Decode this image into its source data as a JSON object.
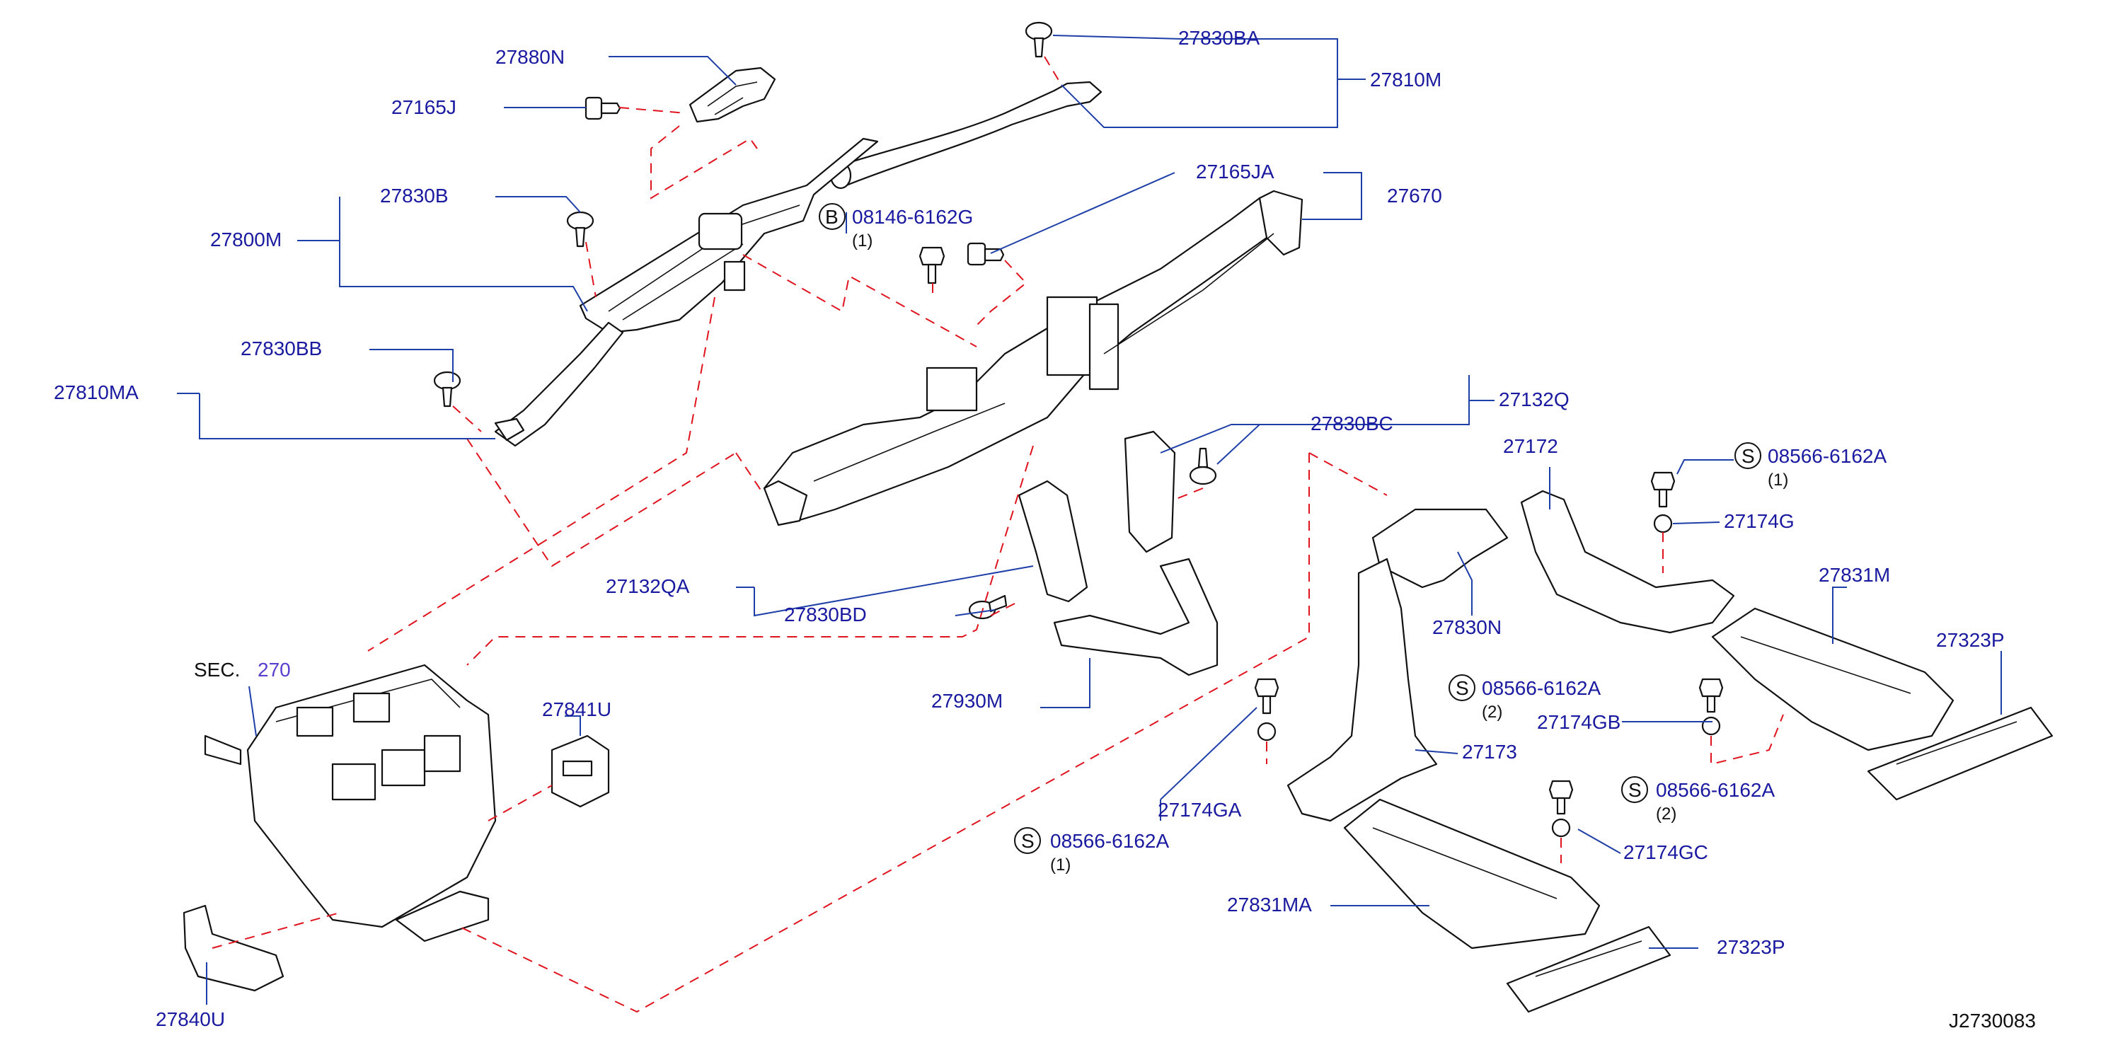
{
  "diagram_id": "J2730083",
  "section_ref": {
    "prefix": "SEC.",
    "number": "270"
  },
  "parts": {
    "p27880N": "27880N",
    "p27165J": "27165J",
    "p27830BA": "27830BA",
    "p27810M": "27810M",
    "p27830B": "27830B",
    "p27800M": "27800M",
    "p27165JA": "27165JA",
    "p27670": "27670",
    "p27830BB": "27830BB",
    "p27810MA": "27810MA",
    "p27132Q": "27132Q",
    "p27830BC": "27830BC",
    "p27172": "27172",
    "p27174G": "27174G",
    "p27831M": "27831M",
    "p27132QA": "27132QA",
    "p27830BD": "27830BD",
    "p27830N": "27830N",
    "p27323P_a": "27323P",
    "p27930M": "27930M",
    "p27174GB": "27174GB",
    "p27841U": "27841U",
    "p27173": "27173",
    "p27174GA": "27174GA",
    "p27174GC": "27174GC",
    "p27831MA": "27831MA",
    "p27323P_b": "27323P",
    "p27840U": "27840U"
  },
  "fasteners": {
    "f1": {
      "symbol": "B",
      "code": "08146-6162G",
      "qty": "(1)"
    },
    "f2": {
      "symbol": "S",
      "code": "08566-6162A",
      "qty": "(1)"
    },
    "f3": {
      "symbol": "S",
      "code": "08566-6162A",
      "qty": "(2)"
    },
    "f4": {
      "symbol": "S",
      "code": "08566-6162A",
      "qty": "(2)"
    },
    "f5": {
      "symbol": "S",
      "code": "08566-6162A",
      "qty": "(1)"
    }
  },
  "colors": {
    "label": "#1a1aa0",
    "leader": "#1f3fa8",
    "dashed": "#e0141e",
    "linework": "#111111",
    "section_number": "#5b3fd0"
  }
}
